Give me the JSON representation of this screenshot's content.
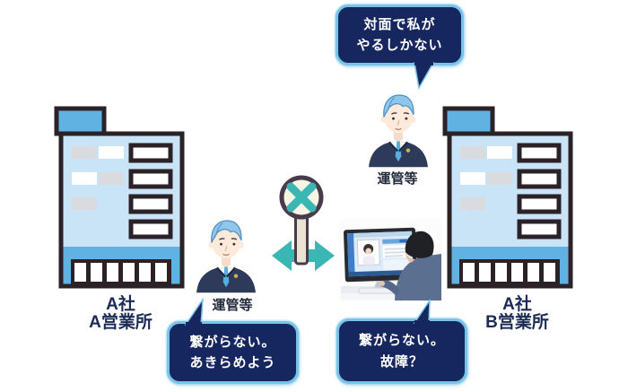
{
  "bubbles": {
    "top": {
      "line1": "対面で私が",
      "line2": "やるしかない"
    },
    "bottom_left": {
      "line1": "繋がらない。",
      "line2": "あきらめよう"
    },
    "bottom_right": {
      "line1": "繋がらない。",
      "line2": "故障？"
    }
  },
  "buildings": {
    "left": {
      "name_line1": "A社",
      "name_line2": "A営業所"
    },
    "right": {
      "name_line1": "A社",
      "name_line2": "B営業所"
    }
  },
  "captions": {
    "top_person": "運管等",
    "left_person": "運管等"
  },
  "colors": {
    "bubble_fill": "#16265e",
    "bubble_glow": "#79c2e8",
    "building_light": "#c9e3f7",
    "building_accent": "#5fb2e2",
    "outline_dark": "#2b2228",
    "teal": "#3ab7b3",
    "sign_ring": "#483c4c",
    "sign_fill": "#f8f4e6",
    "label_text": "#1b2b55"
  }
}
